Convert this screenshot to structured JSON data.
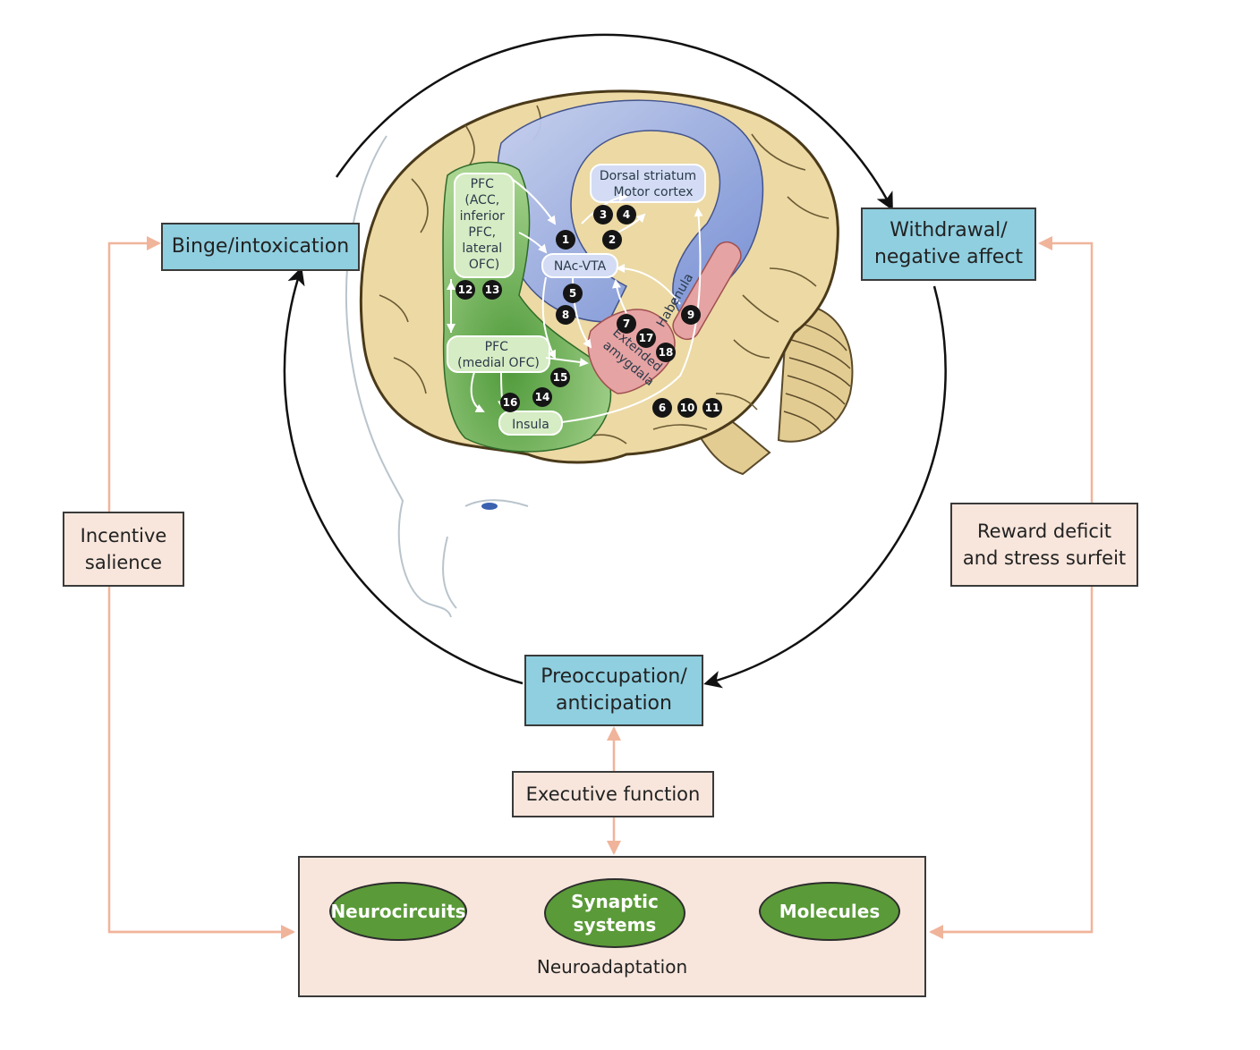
{
  "stages": {
    "binge": "Binge/intoxication",
    "withdrawal": "Withdrawal/\nnegative affect",
    "preoccupation": "Preoccupation/\nanticipation"
  },
  "links": {
    "incentive": "Incentive\nsalience",
    "reward": "Reward deficit\nand stress surfeit",
    "executive": "Executive function"
  },
  "neuroadaptation": {
    "title": "Neuroadaptation",
    "neurocircuits": "Neurocircuits",
    "synaptic": "Synaptic\nsystems",
    "molecules": "Molecules"
  },
  "brain": {
    "pfc_lateral": [
      "PFC",
      "(ACC,",
      "inferior",
      "PFC,",
      "lateral",
      "OFC)"
    ],
    "pfc_medial": [
      "PFC",
      "(medial OFC)"
    ],
    "insula": "Insula",
    "dorsal_striatum": "Dorsal striatum",
    "motor_cortex": "Motor cortex",
    "nac_vta": "NAc-VTA",
    "habenula": "Habenula",
    "extended_amygdala": [
      "Extended",
      "amygdala"
    ],
    "badges": [
      "1",
      "2",
      "3",
      "4",
      "5",
      "6",
      "7",
      "8",
      "9",
      "10",
      "11",
      "12",
      "13",
      "14",
      "15",
      "16",
      "17",
      "18"
    ]
  },
  "colors": {
    "stage_fill": "#8fcfe0",
    "link_fill": "#f8e6dc",
    "oval_fill": "#5a9a38",
    "connector": "#f0b49a",
    "brain_fill": "#ecd9a4",
    "blue_region": "#8fa6e0",
    "green_region": "#79b86a",
    "pink_region": "#e6a3a3"
  }
}
